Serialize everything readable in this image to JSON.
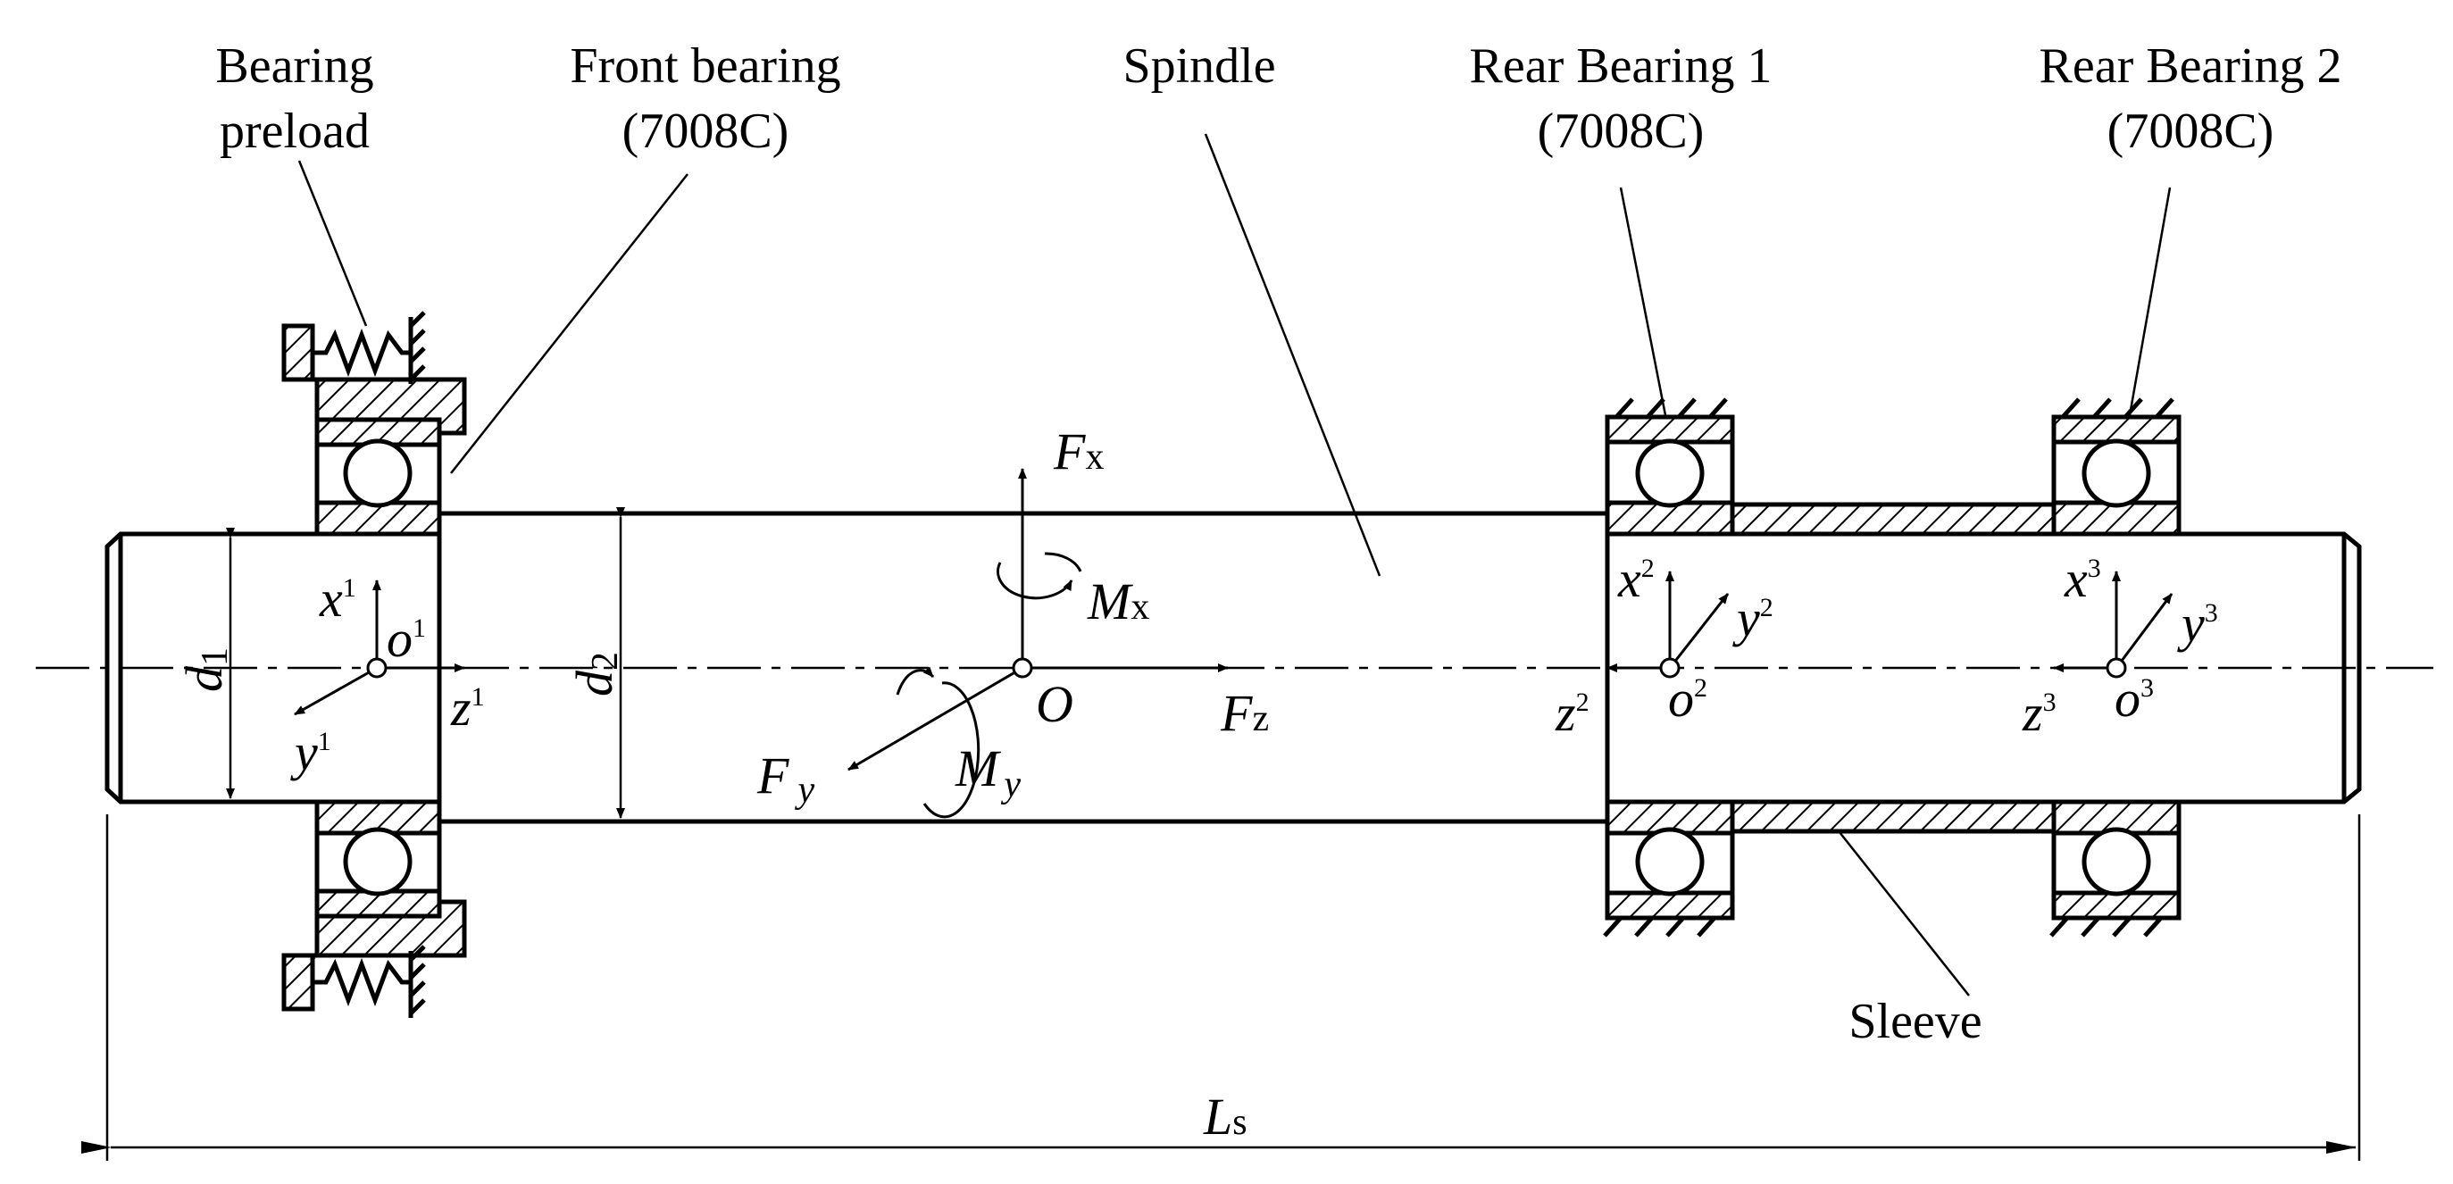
{
  "labels": {
    "bearing_preload_1": "Bearing",
    "bearing_preload_2": "preload",
    "front_bearing_1": "Front bearing",
    "front_bearing_2": "(7008C)",
    "spindle": "Spindle",
    "rear_bearing1_1": "Rear Bearing 1",
    "rear_bearing1_2": "(7008C)",
    "rear_bearing2_1": "Rear Bearing 2",
    "rear_bearing2_2": "(7008C)",
    "sleeve": "Sleeve"
  },
  "symbols": {
    "Fx": "F",
    "Fx_sub": "x",
    "Fy": "F",
    "Fy_sub": "y",
    "Fz": "F",
    "Fz_sub": "z",
    "Mx": "M",
    "Mx_sub": "x",
    "My": "M",
    "My_sub": "y",
    "O": "O",
    "d1": "d",
    "d1_sub": "1",
    "d2": "d",
    "d2_sub": "2",
    "Ls": "L",
    "Ls_sub": "s",
    "x": "x",
    "y": "y",
    "z": "z",
    "o": "o",
    "sup1": "1",
    "sup2": "2",
    "sup3": "3"
  }
}
